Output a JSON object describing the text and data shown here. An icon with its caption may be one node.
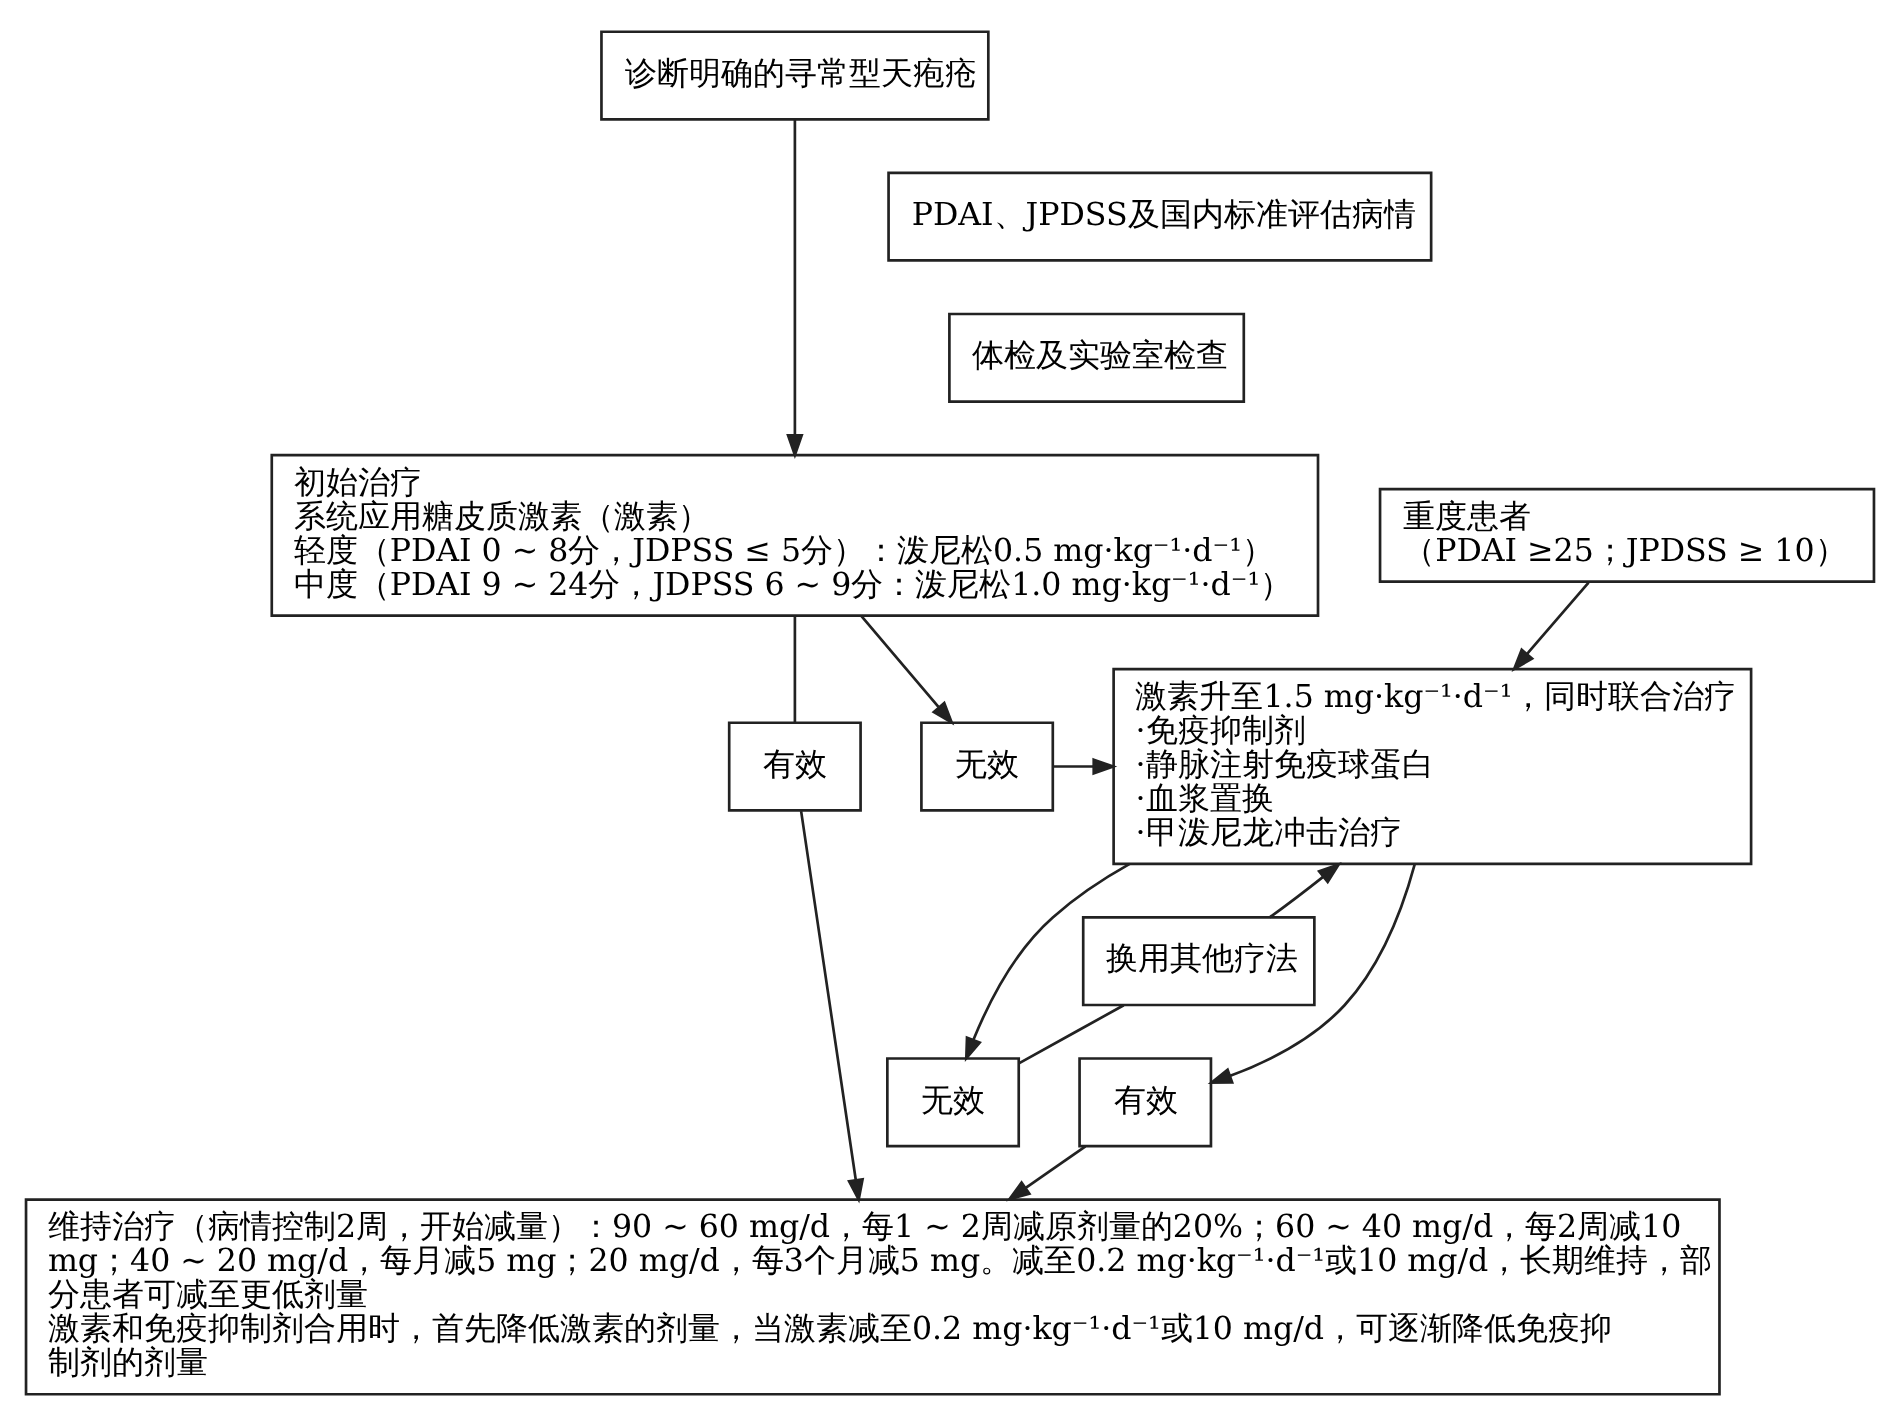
{
  "diagram": {
    "nodes": [
      {
        "text": [
          "诊断明确的寻常型天疱疮"
        ]
      },
      {
        "text": [
          "PDAI、JPDSS及国内标准评估病情"
        ]
      },
      {
        "text": [
          "体检及实验室检查"
        ]
      },
      {
        "text": [
          "初始治疗",
          "系统应用糖皮质激素（激素）",
          "轻度（PDAI 0 ~ 8分，JDPSS ≤ 5分）：泼尼松0.5 mg·kg⁻¹·d⁻¹）",
          "中度（PDAI 9 ~ 24分，JDPSS 6 ~ 9分：泼尼松1.0 mg·kg⁻¹·d⁻¹）"
        ]
      },
      {
        "text": [
          "重度患者",
          "（PDAI ≥25；JPDSS ≥ 10）"
        ]
      },
      {
        "text": [
          "有效"
        ]
      },
      {
        "text": [
          "无效"
        ]
      },
      {
        "text": [
          "激素升至1.5 mg·kg⁻¹·d⁻¹，同时联合治疗",
          "·免疫抑制剂",
          "·静脉注射免疫球蛋白",
          "·血浆置换",
          "·甲泼尼龙冲击治疗"
        ]
      },
      {
        "text": [
          "换用其他疗法"
        ]
      },
      {
        "text": [
          "无效"
        ]
      },
      {
        "text": [
          "有效"
        ]
      },
      {
        "text": [
          "维持治疗（病情控制2周，开始减量）：90 ~ 60 mg/d，每1 ~ 2周减原剂量的20%；60 ~ 40 mg/d，每2周减10 mg；40 ~ 20 mg/d，每月减5 mg；20 mg/d，每3个月减5 mg。减至0.2 mg·kg⁻¹·d⁻¹或10 mg/d，长期维持，部分患者可减至更低剂量",
          "激素和免疫抑制剂合用时，首先降低激素的剂量，当激素减至0.2 mg·kg⁻¹·d⁻¹或10 mg/d，可逐渐降低免疫抑制剂的剂量"
        ]
      }
    ],
    "edges": [
      {
        "from": 0,
        "to": 3,
        "arrow": "to"
      },
      {
        "from": 3,
        "to": 5,
        "arrow": "none"
      },
      {
        "from": 5,
        "to": 11,
        "arrow": "to"
      },
      {
        "from": 3,
        "to": 6,
        "arrow": "to"
      },
      {
        "from": 6,
        "to": 7,
        "arrow": "to"
      },
      {
        "from": 4,
        "to": 7,
        "arrow": "to"
      },
      {
        "from": 7,
        "to": 9,
        "arrow": "to"
      },
      {
        "from": 9,
        "to": 8,
        "arrow": "none"
      },
      {
        "from": 8,
        "to": 7,
        "arrow": "to"
      },
      {
        "from": 7,
        "to": 10,
        "arrow": "to"
      },
      {
        "from": 10,
        "to": 11,
        "arrow": "to"
      }
    ]
  }
}
